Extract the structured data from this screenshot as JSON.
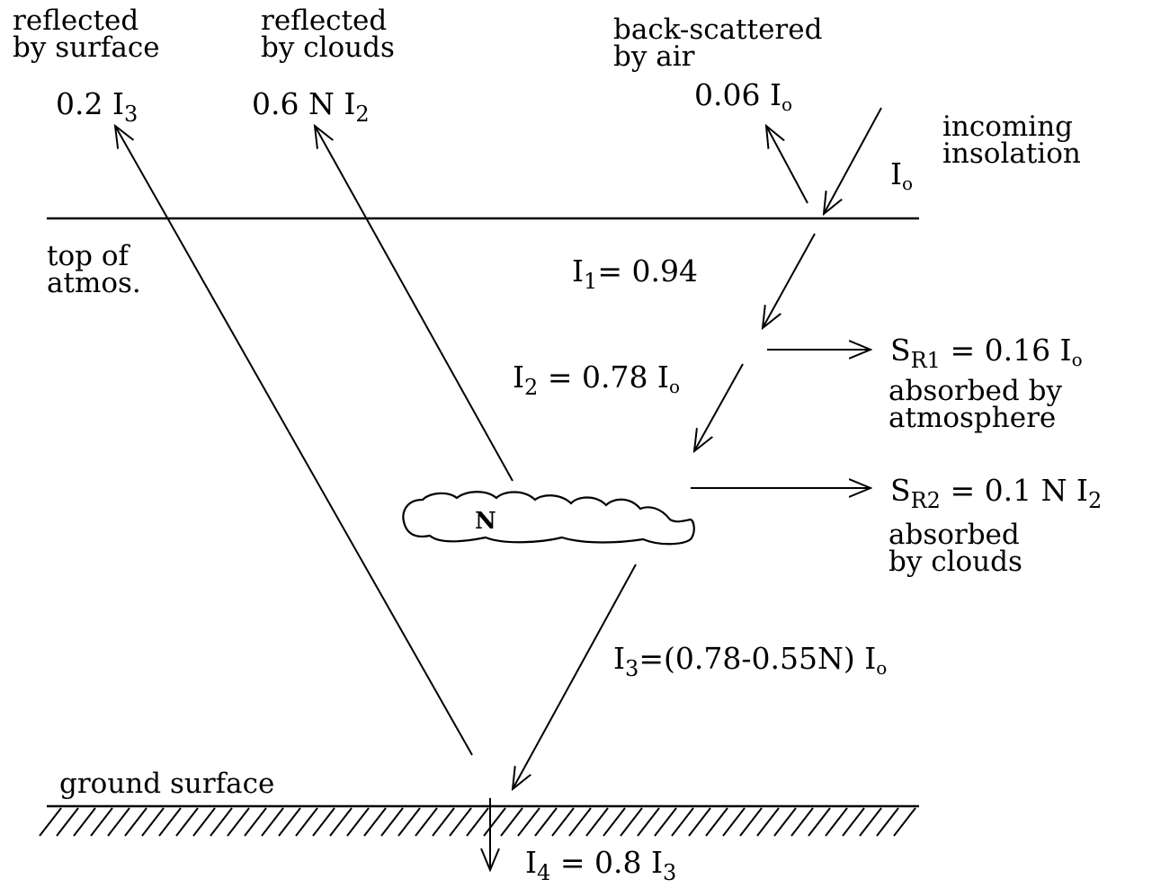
{
  "labels": {
    "reflected_surface_1": "reflected",
    "reflected_surface_2": "by surface",
    "reflected_clouds_1": "reflected",
    "reflected_clouds_2": "by clouds",
    "backscatter_1": "back-scattered",
    "backscatter_2": "by air",
    "incoming_1": "incoming",
    "incoming_2": "insolation",
    "top_atmos_1": "top of",
    "top_atmos_2": "atmos.",
    "absorbed_atm_1": "absorbed by",
    "absorbed_atm_2": "atmosphere",
    "absorbed_clouds_1": "absorbed",
    "absorbed_clouds_2": "by clouds",
    "ground_surface": "ground surface",
    "cloud": "N"
  },
  "formulas": {
    "surface_reflect": {
      "pre": "0.2 I",
      "sub": "3",
      "post": ""
    },
    "cloud_reflect": {
      "pre": "0.6 N I",
      "sub": "2",
      "post": ""
    },
    "backscatter": {
      "pre": "0.06 I",
      "sub": "o",
      "post": ""
    },
    "incoming": {
      "pre": "I",
      "sub": "o",
      "post": ""
    },
    "i1": {
      "pre": "I",
      "sub": "1",
      "post": "= 0.94"
    },
    "i2": {
      "pre": "I",
      "sub": "2",
      "post": "= 0.78 I",
      "sub2": "o"
    },
    "sr1": {
      "pre": "S",
      "sub": "R1",
      "post": "= 0.16 I",
      "sub2": "o"
    },
    "sr2": {
      "pre": "S",
      "sub": "R2",
      "post": "= 0.1 N I",
      "sub2": "2"
    },
    "i3": {
      "pre": "I",
      "sub": "3",
      "post": "=(0.78-0.55N) I",
      "sub2": "o"
    },
    "i4": {
      "pre": "I",
      "sub": "4",
      "post": "= 0.8 I",
      "sub2": "3"
    }
  }
}
